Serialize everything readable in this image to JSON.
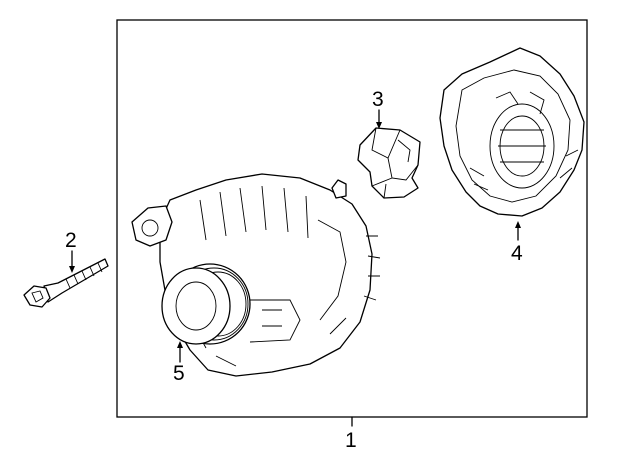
{
  "callouts": {
    "assembly": "1",
    "bolt": "2",
    "regulator": "3",
    "rear_cover": "4",
    "pulley": "5"
  }
}
